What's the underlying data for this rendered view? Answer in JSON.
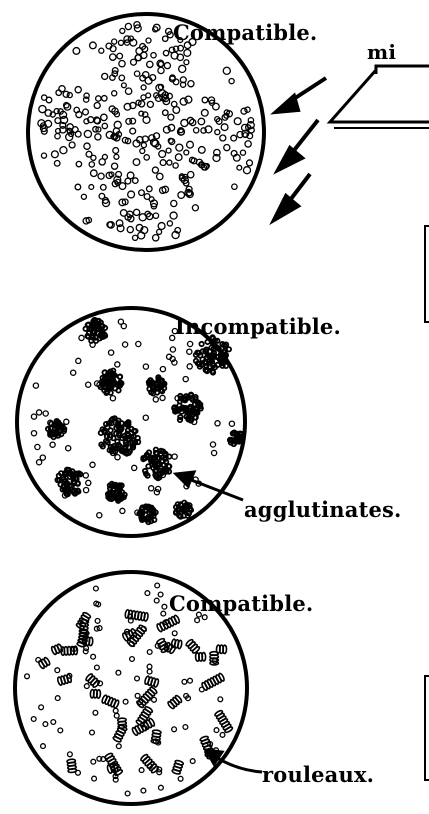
{
  "labels": {
    "compatible_top": "Compatible.",
    "mi_fragment": "mi",
    "incompatible": "Incompatible.",
    "agglutinates": "agglutinates.",
    "compatible_bottom": "Compatible.",
    "rouleaux": "rouleaux."
  },
  "colors": {
    "ink": "#000000",
    "paper": "#ffffff"
  }
}
